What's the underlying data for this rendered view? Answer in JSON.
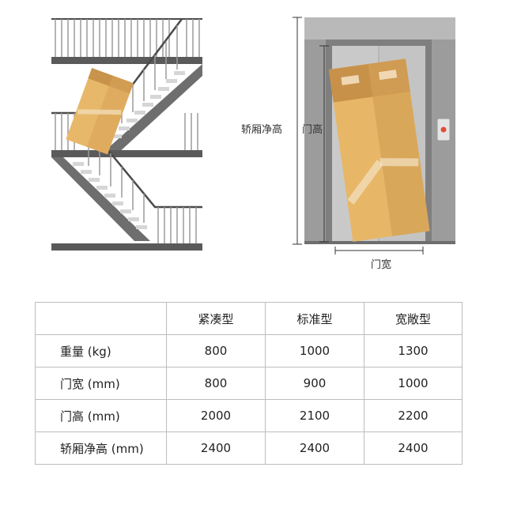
{
  "diagram": {
    "car_height_label": "轿厢净高",
    "door_height_label": "门高",
    "door_width_label": "门宽"
  },
  "table": {
    "header": [
      "",
      "紧凑型",
      "标准型",
      "宽敞型"
    ],
    "rows": [
      {
        "label": "重量 (kg)",
        "values": [
          "800",
          "1000",
          "1300"
        ]
      },
      {
        "label": "门宽 (mm)",
        "values": [
          "800",
          "900",
          "1000"
        ]
      },
      {
        "label": "门高 (mm)",
        "values": [
          "2000",
          "2100",
          "2200"
        ]
      },
      {
        "label": "轿厢净高 (mm)",
        "values": [
          "2400",
          "2400",
          "2400"
        ]
      }
    ]
  }
}
